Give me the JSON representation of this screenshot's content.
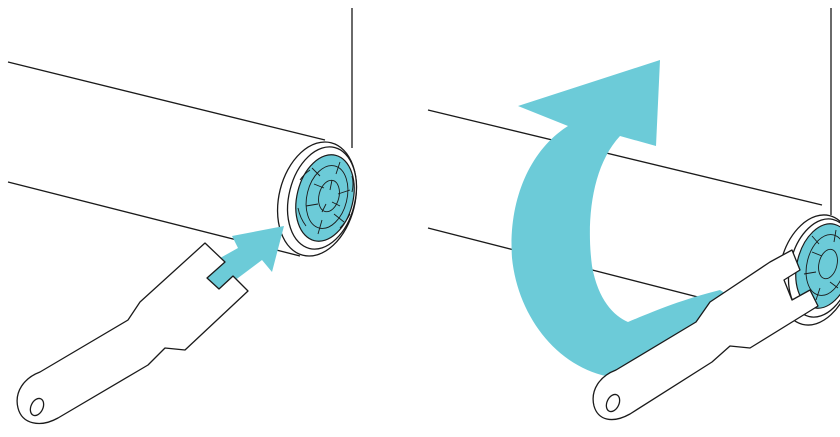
{
  "figure": {
    "panels": [
      {
        "id": "step-insert",
        "arrow": "straight",
        "gear_orientation": "facing-viewer"
      },
      {
        "id": "step-rotate",
        "arrow": "curved",
        "gear_orientation": "facing-viewer"
      }
    ],
    "colors": {
      "accent": "#6ccbd8",
      "line": "#1a1a1a",
      "background": "#ffffff"
    },
    "icons": [
      "wrench-icon",
      "gear-icon",
      "arrow-icon",
      "rotate-arrow-icon"
    ]
  }
}
